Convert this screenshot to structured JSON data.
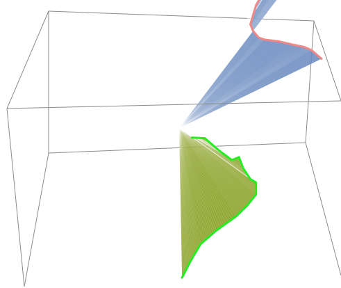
{
  "chart_data": {
    "type": "surface3d",
    "title": "",
    "xlabel": "",
    "ylabel": "",
    "zlabel": "",
    "grid": false,
    "legend": "none",
    "axes_visible": false,
    "bounding_box": true,
    "series": [
      {
        "fan_color": "#5b7fba",
        "edge_color": "#f08888",
        "edge": [
          [
            0.94,
            0.0,
            1.0
          ],
          [
            0.86,
            0.0,
            0.96
          ],
          [
            0.8,
            0.0,
            0.94
          ],
          [
            0.68,
            0.0,
            0.87
          ],
          [
            0.62,
            0.0,
            0.8
          ],
          [
            0.58,
            0.0,
            0.78
          ],
          [
            0.54,
            0.0,
            0.72
          ],
          [
            0.52,
            0.0,
            0.66
          ],
          [
            0.5,
            0.0,
            0.6
          ],
          [
            0.52,
            0.0,
            0.55
          ],
          [
            0.56,
            0.0,
            0.5
          ],
          [
            0.6,
            0.0,
            0.48
          ],
          [
            0.7,
            0.0,
            0.45
          ],
          [
            0.8,
            0.0,
            0.41
          ],
          [
            0.88,
            0.0,
            0.38
          ],
          [
            0.93,
            0.0,
            0.35
          ],
          [
            1.0,
            0.0,
            0.28
          ]
        ]
      },
      {
        "fan_color": "#829a16",
        "edge_color": "#22ee22",
        "edge": [
          [
            0.09,
            0.0,
            -0.08
          ],
          [
            0.18,
            0.0,
            -0.1
          ],
          [
            0.28,
            0.0,
            -0.2
          ],
          [
            0.37,
            0.0,
            -0.28
          ],
          [
            0.42,
            0.0,
            -0.27
          ],
          [
            0.45,
            0.0,
            -0.35
          ],
          [
            0.5,
            0.0,
            -0.43
          ],
          [
            0.54,
            0.0,
            -0.46
          ],
          [
            0.54,
            0.0,
            -0.54
          ],
          [
            0.48,
            0.0,
            -0.6
          ],
          [
            0.4,
            0.0,
            -0.66
          ],
          [
            0.26,
            0.0,
            -0.73
          ],
          [
            0.15,
            0.0,
            -0.8
          ],
          [
            0.08,
            0.0,
            -0.9
          ],
          [
            0.02,
            0.0,
            -1.0
          ]
        ]
      }
    ]
  }
}
